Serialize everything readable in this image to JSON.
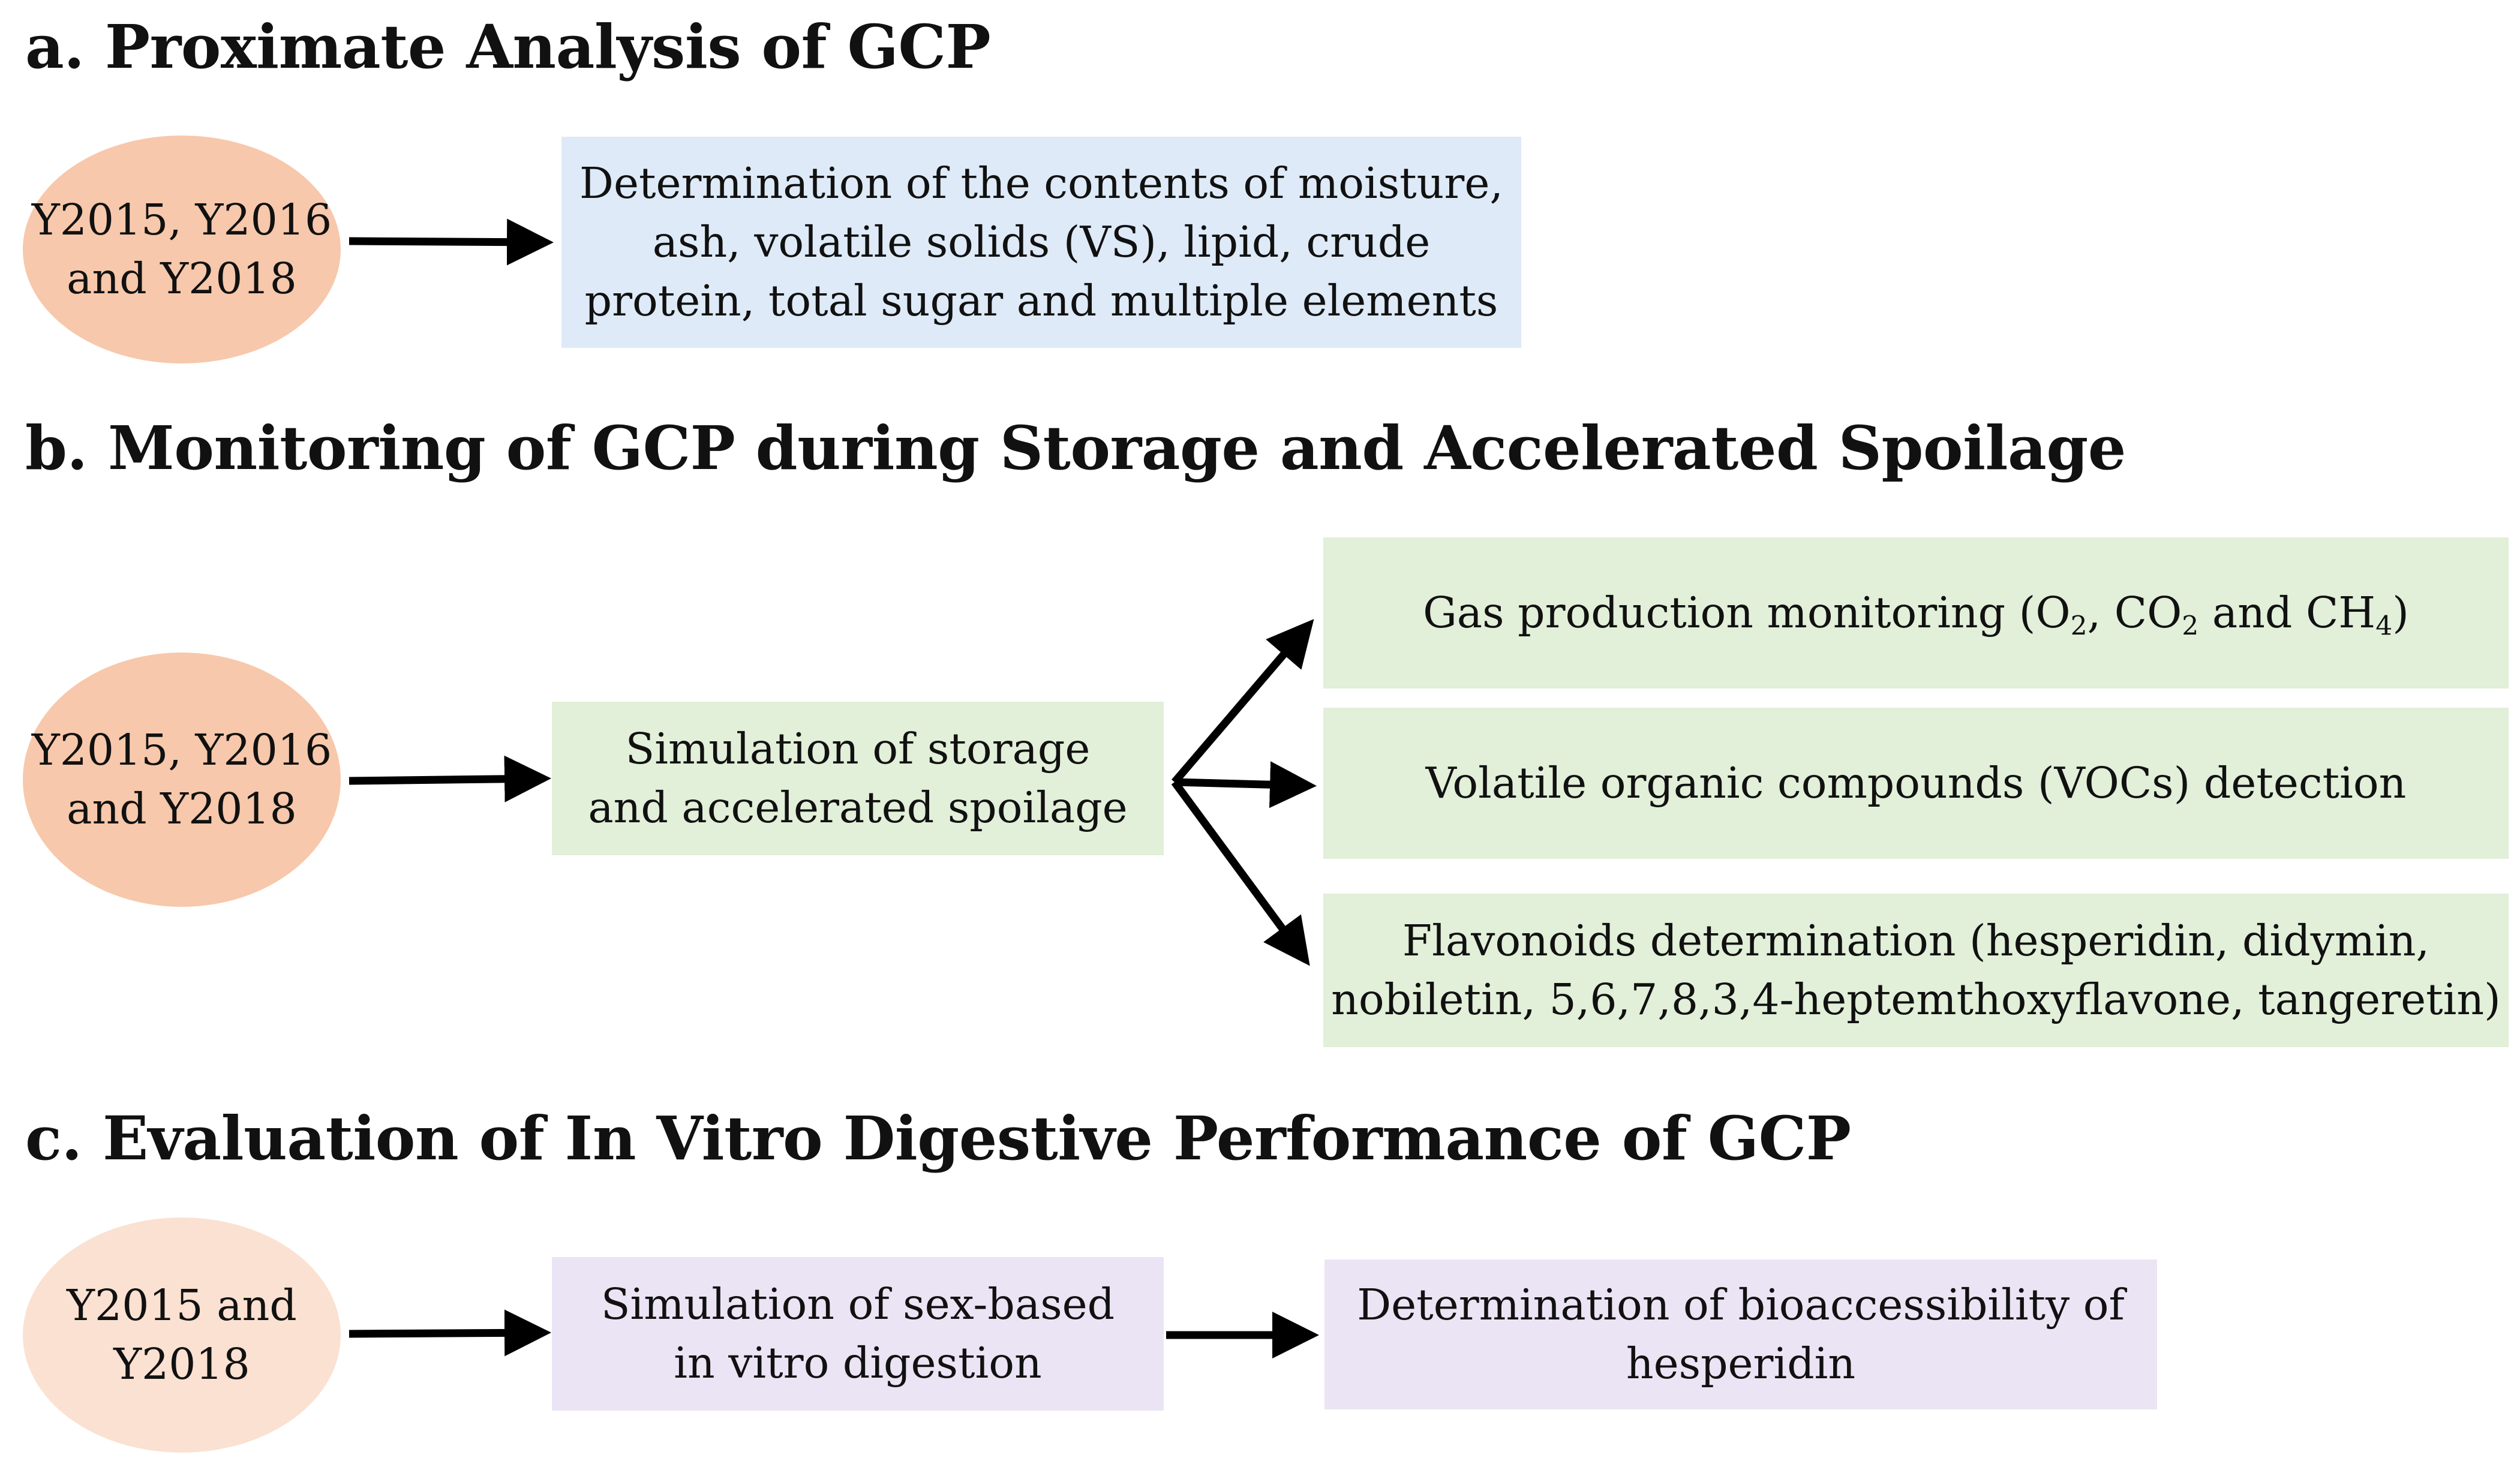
{
  "colors": {
    "ellipse_orange": "#f7c8ab",
    "ellipse_light_orange": "#fbe1d1",
    "box_blue": "#deeaf7",
    "box_green": "#e2efd9",
    "box_purple": "#ebe4f4",
    "arrow": "#000000"
  },
  "section_a": {
    "heading": "a. Proximate Analysis of GCP",
    "source": {
      "line1": "Y2015, Y2016",
      "line2": "and Y2018"
    },
    "result": {
      "line1": "Determination of the contents of moisture,",
      "line2": "ash, volatile solids (VS), lipid, crude",
      "line3": "protein, total sugar and multiple elements"
    }
  },
  "section_b": {
    "heading": "b. Monitoring of GCP during Storage and Accelerated Spoilage",
    "source": {
      "line1": "Y2015, Y2016",
      "line2": "and Y2018"
    },
    "process": {
      "line1": "Simulation of storage",
      "line2": "and accelerated spoilage"
    },
    "gas": {
      "prefix": "Gas production monitoring (O",
      "sub1": "2",
      "sep1": ", CO",
      "sub2": "2",
      "sep2": " and CH",
      "sub3": "4",
      "suffix": ")"
    },
    "voc": {
      "text": "Volatile organic compounds (VOCs) detection"
    },
    "flavonoids": {
      "line1": "Flavonoids determination (hesperidin, didymin,",
      "line2": "nobiletin, 5,6,7,8,3,4-heptemthoxyflavone, tangeretin)"
    }
  },
  "section_c": {
    "heading": "c. Evaluation of In Vitro Digestive Performance of GCP",
    "source": {
      "line1": "Y2015 and",
      "line2": "Y2018"
    },
    "process": {
      "line1": "Simulation of sex-based",
      "line2": "in vitro digestion"
    },
    "result": {
      "line1": "Determination of bioaccessibility of",
      "line2": "hesperidin"
    }
  }
}
